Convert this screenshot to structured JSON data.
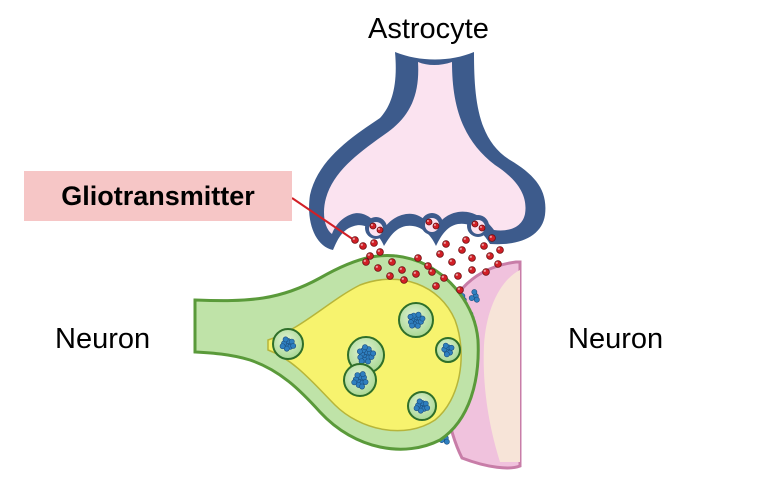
{
  "labels": {
    "astrocyte": "Astrocyte",
    "gliotransmitter": "Gliotransmitter",
    "neuron_left": "Neuron",
    "neuron_right": "Neuron"
  },
  "colors": {
    "astrocyte_outer": "#3d5b8c",
    "astrocyte_inner": "#fbe3f0",
    "gliotransmitter_dot": "#d21f26",
    "label_highlight": "#f6c6c6",
    "presynaptic_outer": "#bfe3a8",
    "presynaptic_inner": "#f7f36e",
    "axon": "#cdeab8",
    "vesicle_fill": "#c6e6b4",
    "vesicle_content": "#2f7fc0",
    "postsynaptic_body": "#f7e4d8",
    "postsynaptic_membrane": "#f0c2dd"
  }
}
